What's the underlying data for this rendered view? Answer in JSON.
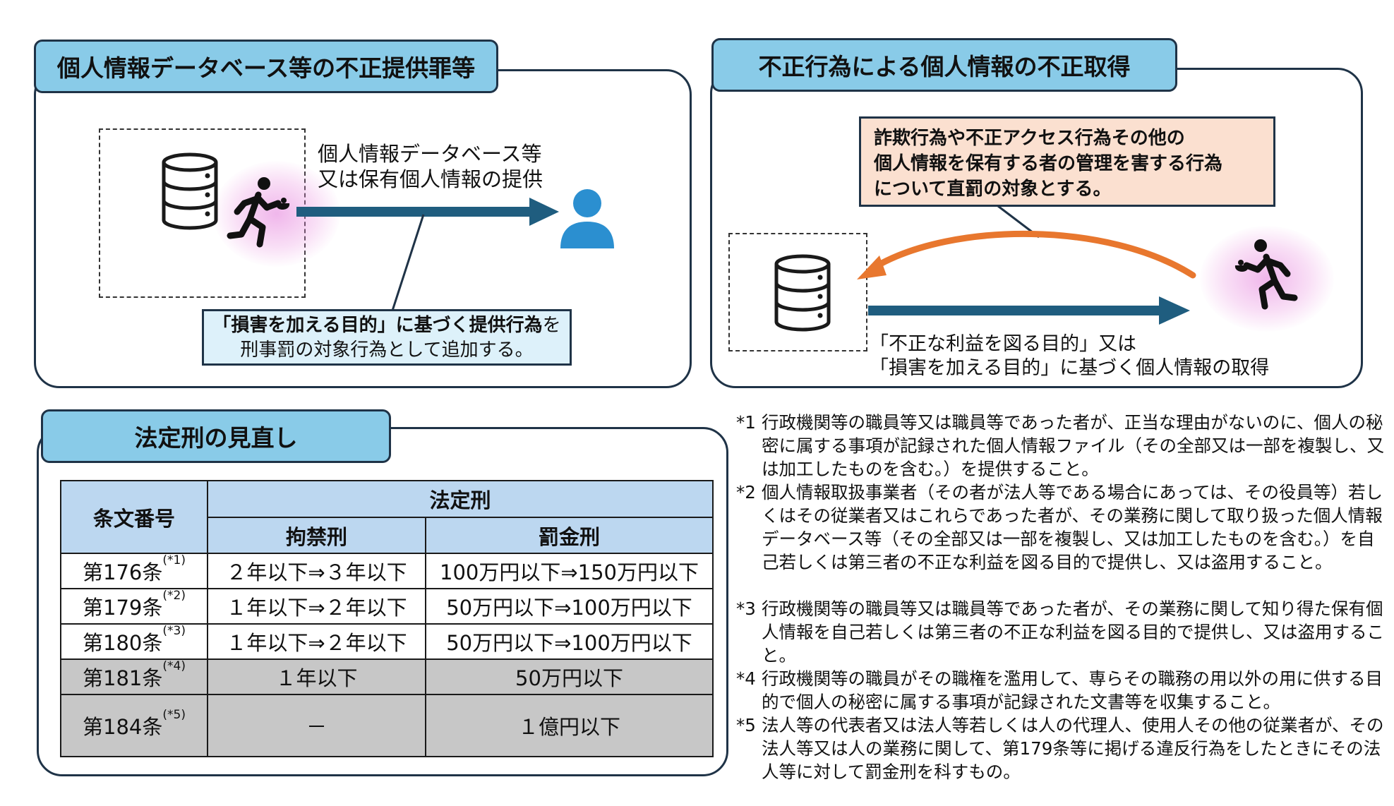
{
  "panel1": {
    "title": "個人情報データベース等の不正提供罪等",
    "arrow_label_line1": "個人情報データベース等",
    "arrow_label_line2": "又は保有個人情報の提供",
    "callout_bold": "「損害を加える目的」に基づく提供行為",
    "callout_rest": "を",
    "callout_line2": "刑事罰の対象行為として追加する。"
  },
  "panel2": {
    "title": "不正行為による個人情報の不正取得",
    "callout_line1": "詐欺行為や不正アクセス行為その他の",
    "callout_line2": "個人情報を保有する者の管理を害する行為",
    "callout_line3": "について直罰の対象とする。",
    "arrow_label_line1": "「不正な利益を図る目的」又は",
    "arrow_label_line2": "「損害を加える目的」に基づく個人情報の取得"
  },
  "panel3": {
    "title": "法定刑の見直し",
    "table": {
      "col_article": "条文番号",
      "col_penalty": "法定刑",
      "col_prison": "拘禁刑",
      "col_fine": "罰金刑",
      "rows": [
        {
          "article": "第176条",
          "note": "(*1)",
          "prison": "２年以下⇒３年以下",
          "fine": "100万円以下⇒150万円以下"
        },
        {
          "article": "第179条",
          "note": "(*2)",
          "prison": "１年以下⇒２年以下",
          "fine": "50万円以下⇒100万円以下"
        },
        {
          "article": "第180条",
          "note": "(*3)",
          "prison": "１年以下⇒２年以下",
          "fine": "50万円以下⇒100万円以下"
        },
        {
          "article": "第181条",
          "note": "(*4)",
          "prison": "１年以下",
          "fine": "50万円以下"
        },
        {
          "article": "第184条",
          "note": "(*5)",
          "prison": "－",
          "fine": "１億円以下"
        }
      ]
    }
  },
  "footnotes": [
    {
      "mark": "*1",
      "text": "行政機関等の職員等又は職員等であった者が、正当な理由がないのに、個人の秘密に属する事項が記録された個人情報ファイル（その全部又は一部を複製し、又は加工したものを含む。）を提供すること。"
    },
    {
      "mark": "*2",
      "text": "個人情報取扱事業者（その者が法人等である場合にあっては、その役員等）若しくはその従業者又はこれらであった者が、その業務に関して取り扱った個人情報データベース等（その全部又は一部を複製し、又は加工したものを含む。）を自己若しくは第三者の不正な利益を図る目的で提供し、又は盗用すること。"
    },
    {
      "mark": "*3",
      "text": "行政機関等の職員等又は職員等であった者が、その業務に関して知り得た保有個人情報を自己若しくは第三者の不正な利益を図る目的で提供し、又は盗用すること。"
    },
    {
      "mark": "*4",
      "text": "行政機関等の職員がその職権を濫用して、専らその職務の用以外の用に供する目的で個人の秘密に属する事項が記録された文書等を収集すること。"
    },
    {
      "mark": "*5",
      "text": "法人等の代表者又は法人等若しくは人の代理人、使用人その他の従業者が、その法人等又は人の業務に関して、第179条等に掲げる違反行為をしたときにその法人等に対して罰金刑を科すもの。"
    }
  ],
  "colors": {
    "tab": "#89cbe8",
    "arrow_blue": "#1f5d7f",
    "arrow_orange": "#e8772e",
    "callout_orange_bg": "#fbe0d0",
    "callout_blue_bg": "#ddf1fa",
    "table_head": "#bcd7f0",
    "gray_row": "#c7c7c7",
    "person_icon": "#2b8fd0"
  },
  "icons": [
    "database-icon",
    "thief-running-icon",
    "person-icon"
  ]
}
